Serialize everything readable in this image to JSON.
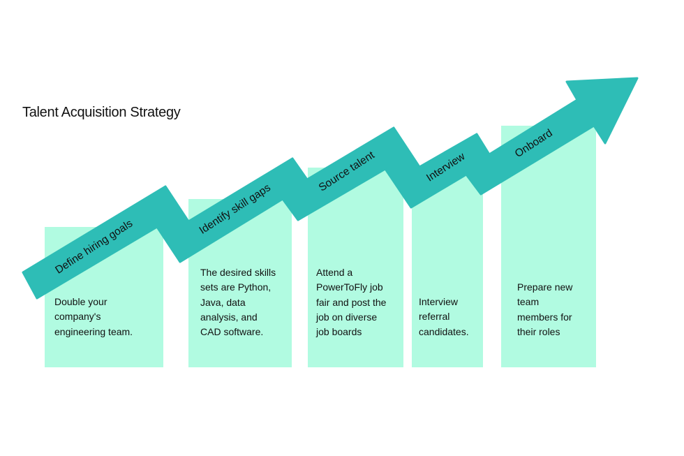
{
  "title": "Talent Acquisition Strategy",
  "colors": {
    "arrow": "#2ebdb6",
    "box": "#b1fbe1"
  },
  "steps": [
    {
      "label": "Define hiring goals",
      "text": "Double your\ncompany's\nengineering team."
    },
    {
      "label": "Identify skill gaps",
      "text": "The desired skills\nsets are Python,\nJava, data\nanalysis, and\nCAD software."
    },
    {
      "label": "Source talent",
      "text": "Attend a\nPowerToFly job\nfair and post the\njob on diverse\njob boards"
    },
    {
      "label": "Interview",
      "text": "Interview\nreferral\ncandidates."
    },
    {
      "label": "Onboard",
      "text": "Prepare new\nteam\nmembers for\ntheir roles"
    }
  ]
}
